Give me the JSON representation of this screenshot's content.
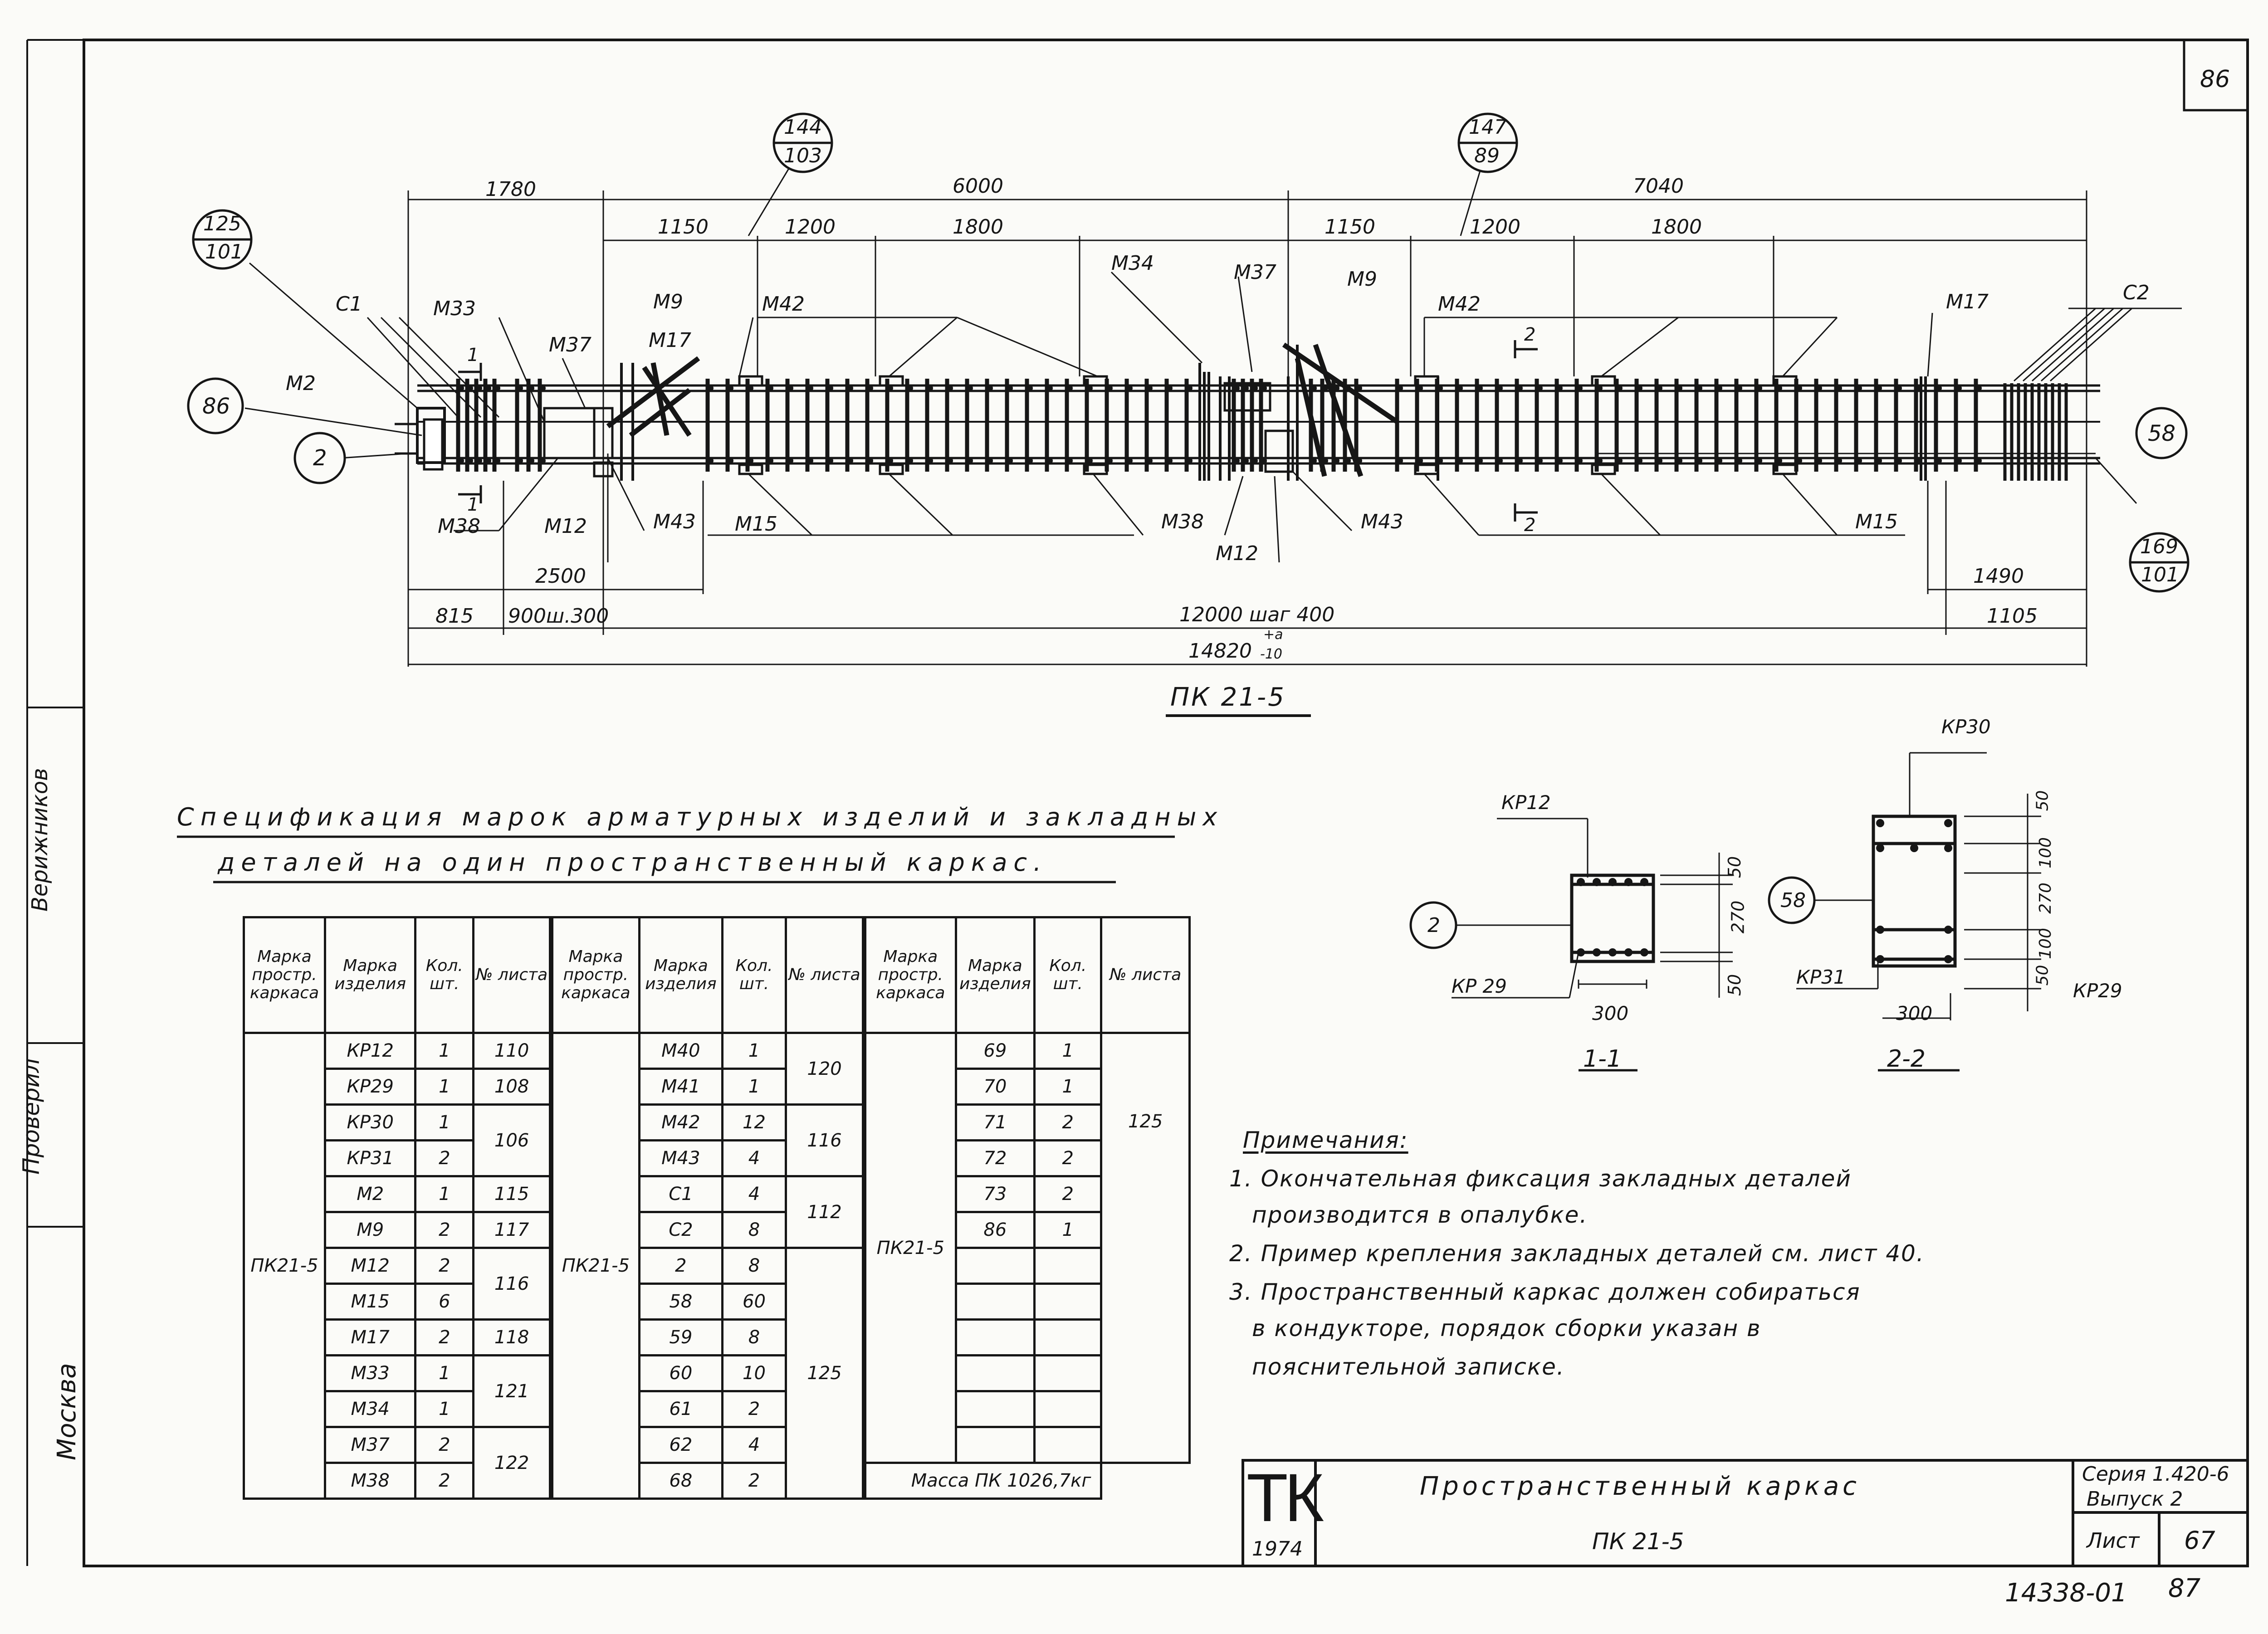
{
  "sheet_number_top": "86",
  "bottom_code": "14338-01",
  "bottom_page": "87",
  "left_strip": {
    "checked_label": "Проверил",
    "checked_name": "Верижников",
    "city": "Москва"
  },
  "drawing": {
    "main_label": "ПК 21-5",
    "callouts": [
      {
        "id": "c125",
        "top": "125",
        "bottom": "101"
      },
      {
        "id": "c144",
        "top": "144",
        "bottom": "103"
      },
      {
        "id": "c147",
        "top": "147",
        "bottom": "89"
      },
      {
        "id": "c169",
        "top": "169",
        "bottom": "101"
      }
    ],
    "circles": {
      "left_86": "86",
      "left_2": "2",
      "right_58": "58"
    },
    "dims_top": {
      "d1780": "1780",
      "d6000": "6000",
      "d7040": "7040",
      "d1150a": "1150",
      "d1200a": "1200",
      "d1800a": "1800",
      "d1150b": "1150",
      "d1200b": "1200",
      "d1800b": "1800"
    },
    "dims_bottom": {
      "d2500": "2500",
      "d1490": "1490",
      "d815": "815",
      "d900": "900ш.300",
      "d12000": "12000 шаг 400",
      "d1105": "1105",
      "d14820": "14820",
      "tol_plus": "+a",
      "tol_minus": "-10"
    },
    "labels": {
      "C1": "С1",
      "M33": "М33",
      "M37a": "М37",
      "M9a": "М9",
      "M17a": "М17",
      "M42a": "М42",
      "M34": "М34",
      "M37b": "М37",
      "M9b": "М9",
      "M42b": "М42",
      "M17b": "М17",
      "C2": "С2",
      "M2": "М2",
      "M38a": "М38",
      "M12a": "М12",
      "M43a": "М43",
      "M15a": "М15",
      "M38b": "М38",
      "M12b": "М12",
      "M43b": "М43",
      "M15b": "М15",
      "sec1": "1",
      "sec2": "2"
    }
  },
  "sections": {
    "s1": {
      "label": "1-1",
      "kr_top": "КР12",
      "kr_bottom": "КР 29",
      "circle": "2",
      "w": "300",
      "h1": "50",
      "h2": "270",
      "h3": "50"
    },
    "s2": {
      "label": "2-2",
      "kr_top": "КР30",
      "kr_left": "КР31",
      "kr_right": "КР29",
      "circle": "58",
      "w": "300",
      "h1": "50",
      "h2": "100",
      "h3": "270",
      "h4": "100",
      "h5": "50"
    }
  },
  "spec": {
    "title_line1": "Спецификация марок арматурных изделий и закладных",
    "title_line2": "деталей на один пространственный каркас.",
    "headers": [
      "Марка простр. каркаса",
      "Марка изделия",
      "Кол. шт.",
      "№ листа"
    ],
    "frame_mark": "ПК21-5",
    "t1": {
      "items": [
        {
          "mark": "КР12",
          "qty": "1"
        },
        {
          "mark": "КР29",
          "qty": "1"
        },
        {
          "mark": "КР30",
          "qty": "1"
        },
        {
          "mark": "КР31",
          "qty": "2"
        },
        {
          "mark": "М2",
          "qty": "1"
        },
        {
          "mark": "М9",
          "qty": "2"
        },
        {
          "mark": "М12",
          "qty": "2"
        },
        {
          "mark": "М15",
          "qty": "6"
        },
        {
          "mark": "М17",
          "qty": "2"
        },
        {
          "mark": "М33",
          "qty": "1"
        },
        {
          "mark": "М34",
          "qty": "1"
        },
        {
          "mark": "М37",
          "qty": "2"
        },
        {
          "mark": "М38",
          "qty": "2"
        }
      ],
      "sheets": [
        "110",
        "108",
        "106",
        "115",
        "117",
        "116",
        "118",
        "121",
        "122"
      ]
    },
    "t2": {
      "items": [
        {
          "mark": "М40",
          "qty": "1"
        },
        {
          "mark": "М41",
          "qty": "1"
        },
        {
          "mark": "М42",
          "qty": "12"
        },
        {
          "mark": "М43",
          "qty": "4"
        },
        {
          "mark": "С1",
          "qty": "4"
        },
        {
          "mark": "С2",
          "qty": "8"
        },
        {
          "mark": "2",
          "qty": "8"
        },
        {
          "mark": "58",
          "qty": "60"
        },
        {
          "mark": "59",
          "qty": "8"
        },
        {
          "mark": "60",
          "qty": "10"
        },
        {
          "mark": "61",
          "qty": "2"
        },
        {
          "mark": "62",
          "qty": "4"
        },
        {
          "mark": "68",
          "qty": "2"
        }
      ],
      "sheets": [
        "120",
        "116",
        "112",
        "125"
      ]
    },
    "t3": {
      "items": [
        {
          "mark": "69",
          "qty": "1"
        },
        {
          "mark": "70",
          "qty": "1"
        },
        {
          "mark": "71",
          "qty": "2"
        },
        {
          "mark": "72",
          "qty": "2"
        },
        {
          "mark": "73",
          "qty": "2"
        },
        {
          "mark": "86",
          "qty": "1"
        }
      ],
      "sheets": [
        "125"
      ],
      "mass": "Масса ПК 1026,7кг"
    }
  },
  "notes": {
    "heading": "Примечания:",
    "lines": [
      "1. Окончательная фиксация закладных деталей",
      "производится в опалубке.",
      "2. Пример крепления закладных деталей см. лист 40.",
      "3. Пространственный каркас должен собираться",
      "в кондукторе, порядок сборки указан в",
      "пояснительной записке."
    ]
  },
  "title_block": {
    "logo": "ТК",
    "year": "1974",
    "title": "Пространственный каркас",
    "subtitle": "ПК 21-5",
    "series": "Серия 1.420-6",
    "issue": "Выпуск 2",
    "sheet_label": "Лист",
    "sheet_no": "67"
  }
}
